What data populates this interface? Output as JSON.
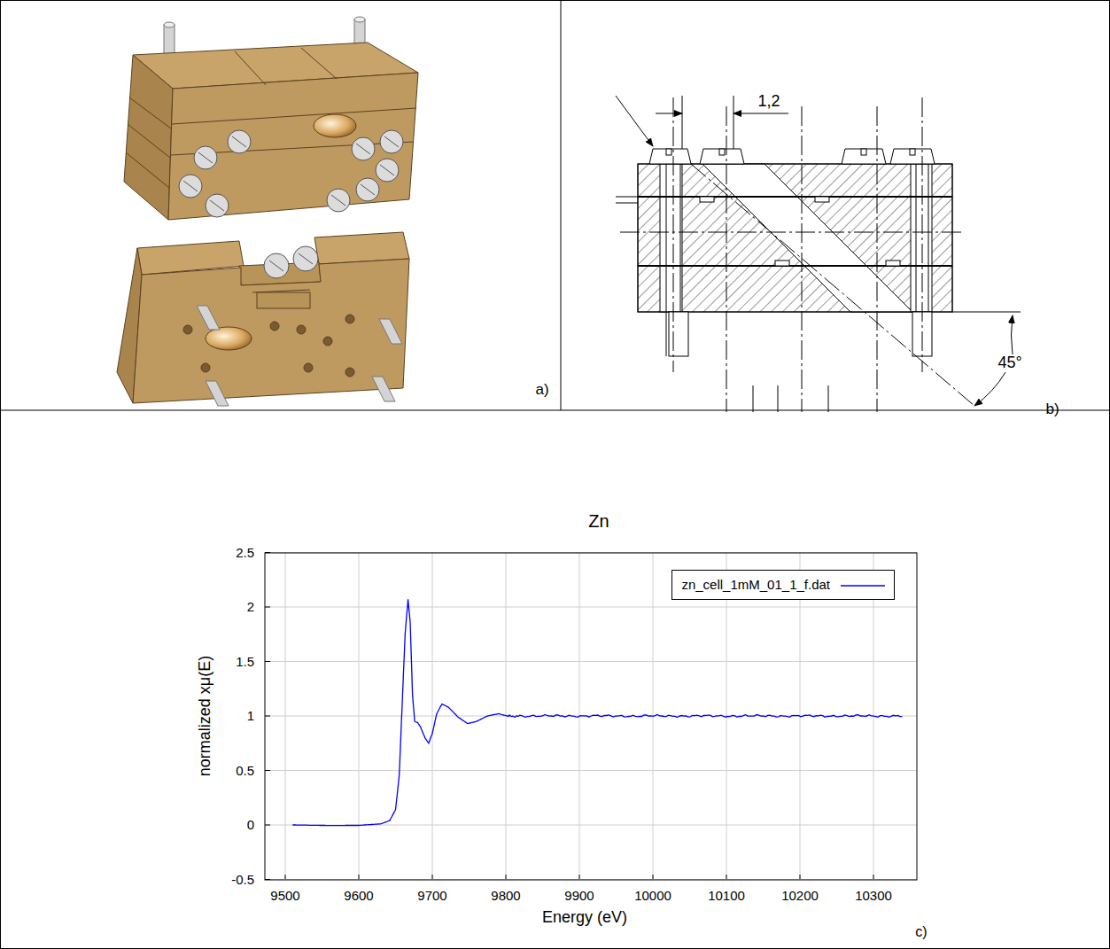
{
  "diagram": {
    "labels": [
      "a)",
      "1,2",
      "45°",
      "b)",
      "Zn",
      "2.5",
      "2",
      "1.5",
      "1",
      "0.5",
      "0",
      "-0.5",
      "9500",
      "9600",
      "9700",
      "9800",
      "9900",
      "10000",
      "10100",
      "10200",
      "10300",
      "normalized xμ(E)",
      "Energy (eV)",
      "c)"
    ],
    "legend": [
      {
        "text": "zn_cell_1mM_01_1_f.dat"
      }
    ]
  }
}
